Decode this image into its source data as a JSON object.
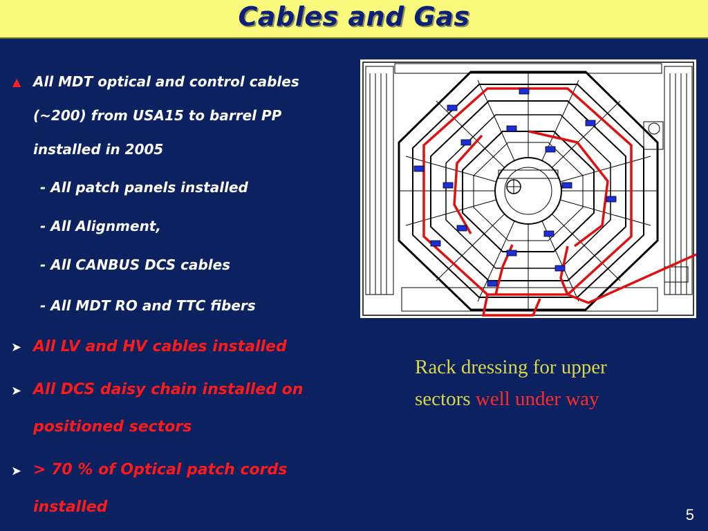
{
  "title": "Cables and Gas",
  "bullets": {
    "b1_line1": "All MDT optical and control cables",
    "b1_line2": "(~200) from USA15 to barrel PP",
    "b1_line3": "installed in 2005",
    "sub1": "- All patch panels installed",
    "sub2": "- All Alignment,",
    "sub3": "- All CANBUS DCS cables",
    "sub4": "- All MDT RO and TTC fibers",
    "b2": "All LV and HV cables installed",
    "b3_line1": "All DCS daisy chain installed on",
    "b3_line2": "positioned sectors",
    "b4_line1": "> 70 % of Optical patch cords",
    "b4_line2": "installed"
  },
  "figure": {
    "icon": "detector-cable-layout-diagram"
  },
  "caption": {
    "part1_line1": "Rack dressing for upper",
    "part1_line2": "sectors ",
    "part2": "well under way"
  },
  "page_number": "5",
  "colors": {
    "background": "#0c2160",
    "title_bar": "#f8f87a",
    "title_text": "#0c1f7a",
    "accent_red": "#ff1a1a",
    "caption_yellow": "#d8d84a"
  }
}
